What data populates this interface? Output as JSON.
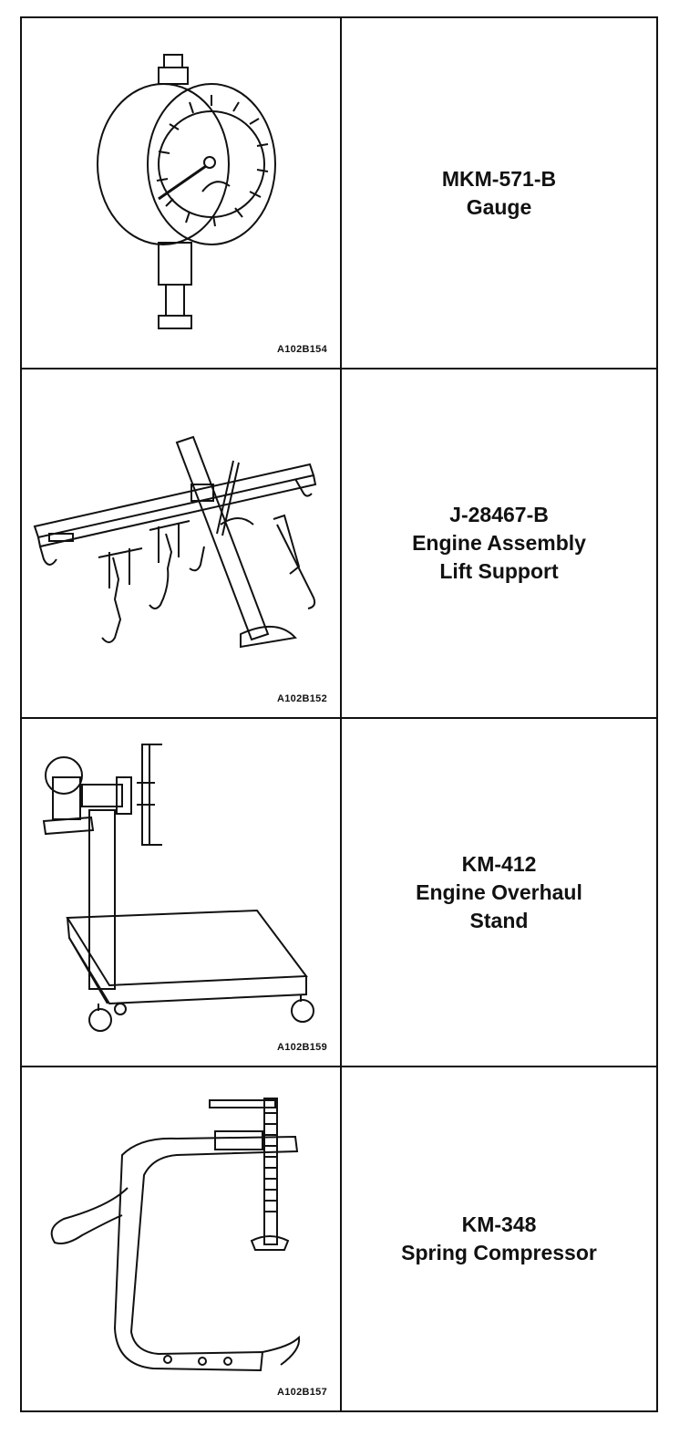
{
  "tools": [
    {
      "image_code": "A102B154",
      "number": "MKM-571-B",
      "name_lines": [
        "Gauge"
      ]
    },
    {
      "image_code": "A102B152",
      "number": "J-28467-B",
      "name_lines": [
        "Engine Assembly",
        "Lift Support"
      ]
    },
    {
      "image_code": "A102B159",
      "number": "KM-412",
      "name_lines": [
        "Engine Overhaul",
        "Stand"
      ]
    },
    {
      "image_code": "A102B157",
      "number": "KM-348",
      "name_lines": [
        "Spring Compressor"
      ]
    }
  ]
}
